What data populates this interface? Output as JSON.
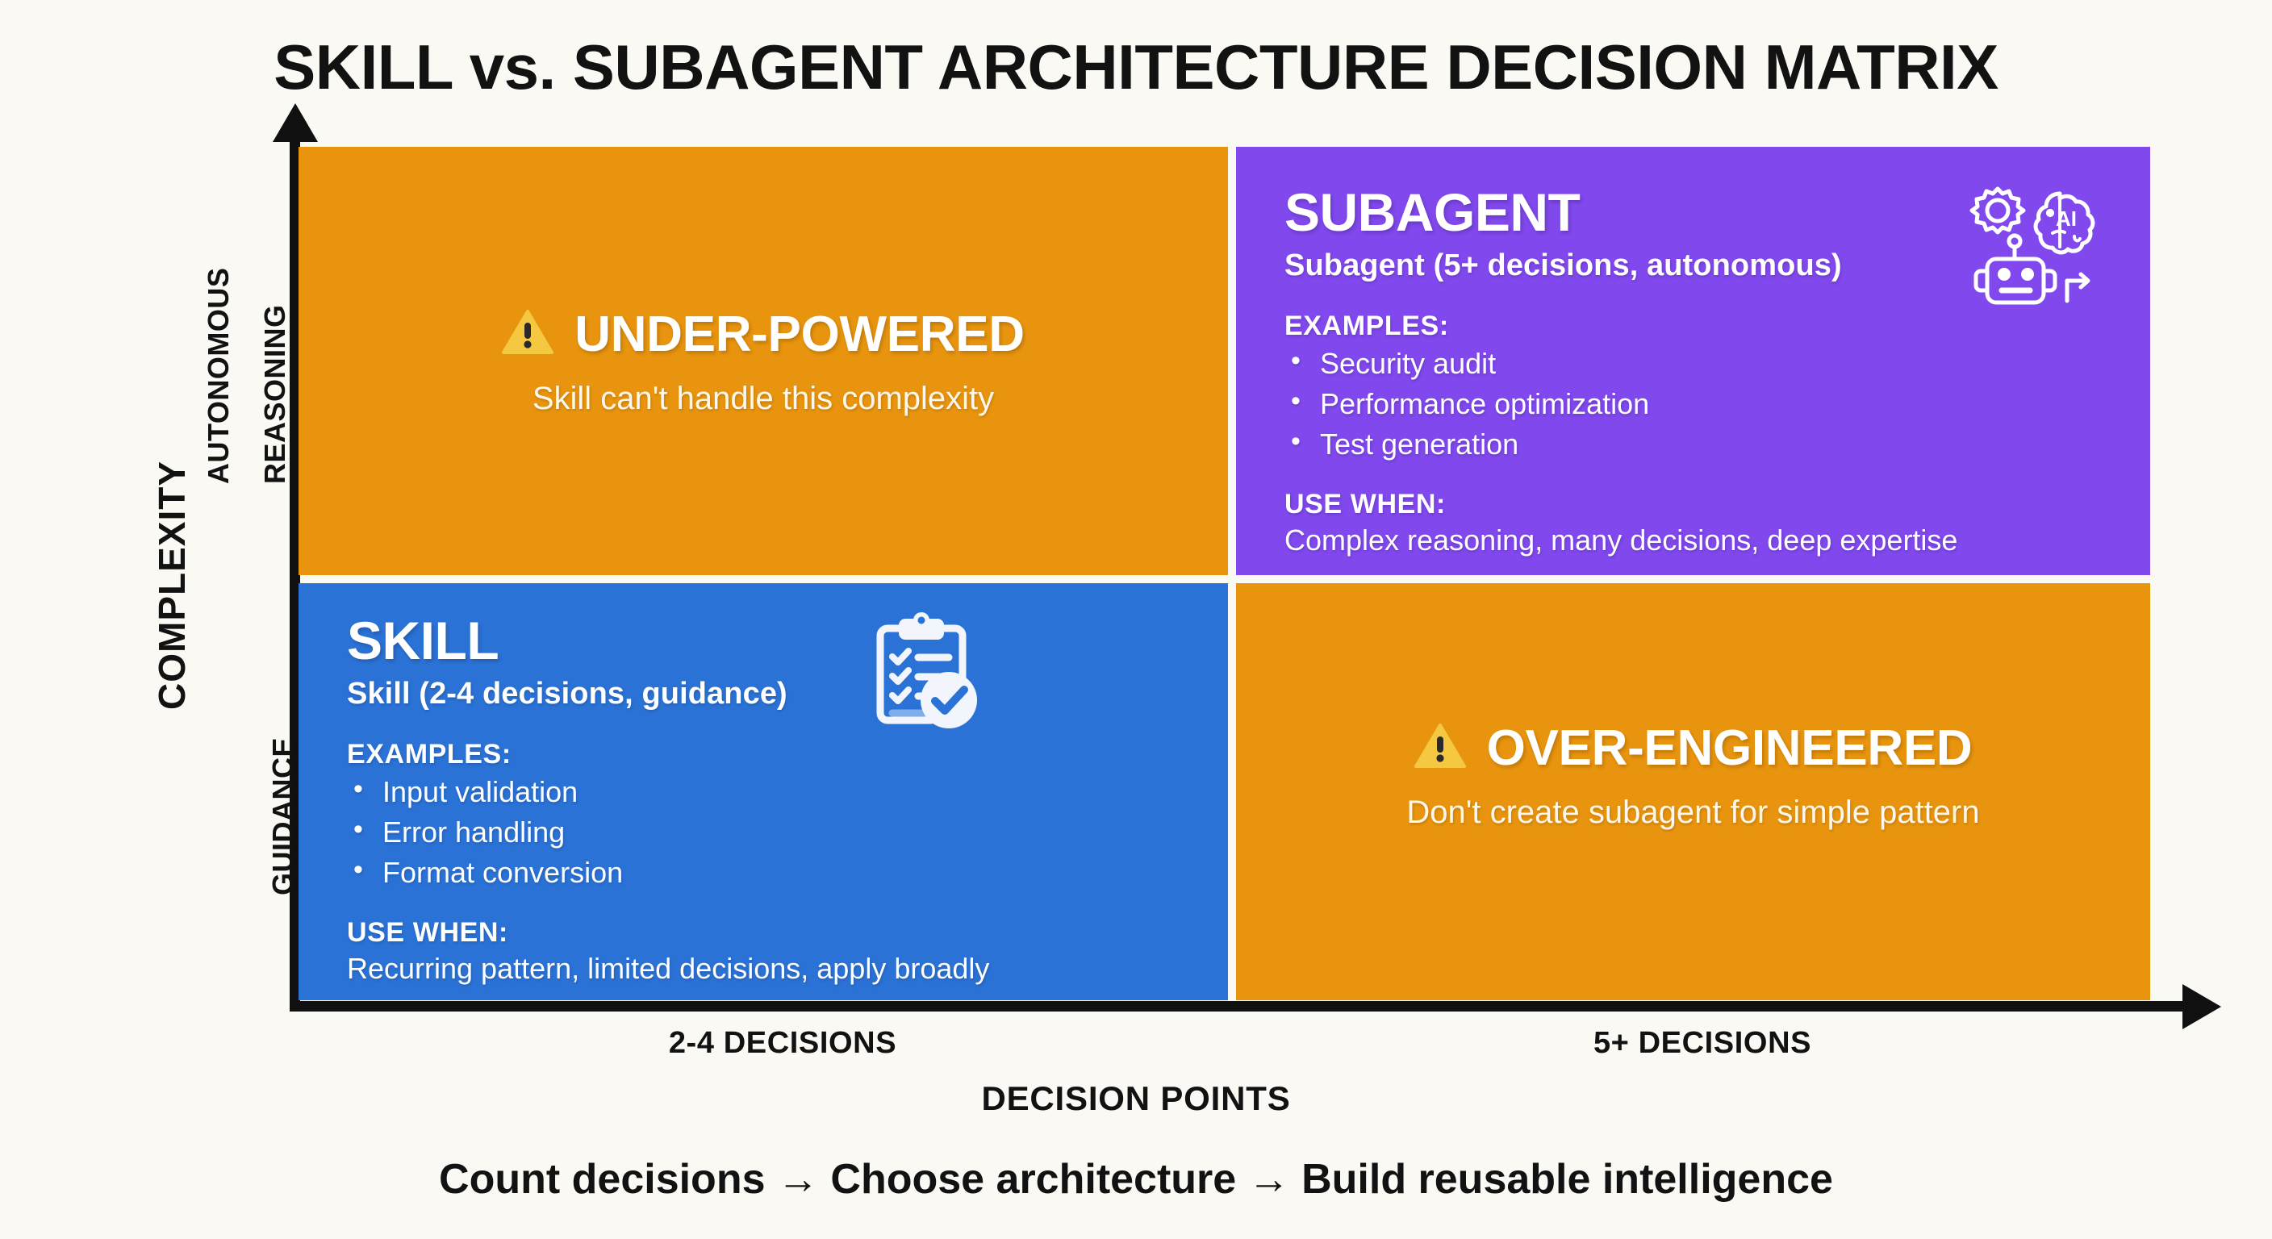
{
  "title": "SKILL vs. SUBAGENT ARCHITECTURE DECISION MATRIX",
  "colors": {
    "background": "#FAF9F4",
    "orange": "#E8940E",
    "blue": "#2B72D6",
    "purple": "#8048ED",
    "axis": "#101010",
    "warning_yellow": "#F5C842",
    "text_dark": "#121212",
    "text_light": "#FFFFFF"
  },
  "axes": {
    "y_title": "COMPLEXITY",
    "y_tick_top_line1": "AUTONOMOUS",
    "y_tick_top_line2": "REASONING",
    "y_tick_bottom": "GUIDANCE",
    "x_title": "DECISION POINTS",
    "x_tick_left": "2-4 DECISIONS",
    "x_tick_right": "5+ DECISIONS",
    "y_arrow_icon": "arrow-up-icon",
    "x_arrow_icon": "arrow-right-icon"
  },
  "quadrants": {
    "under_powered": {
      "position": "top-left",
      "color": "#E8940E",
      "icon": "warning-triangle-icon",
      "title": "UNDER-POWERED",
      "subtitle": "Skill can't handle this complexity"
    },
    "subagent": {
      "position": "top-right",
      "color": "#8048ED",
      "icon": "robot-brain-gear-ai-icon",
      "icon_label": "AI",
      "title": "SUBAGENT",
      "subtitle": "Subagent (5+ decisions, autonomous)",
      "examples_label": "EXAMPLES:",
      "examples": [
        "Security audit",
        "Performance optimization",
        "Test generation"
      ],
      "use_when_label": "USE WHEN:",
      "use_when": "Complex reasoning, many decisions, deep expertise"
    },
    "skill": {
      "position": "bottom-left",
      "color": "#2B72D6",
      "icon": "clipboard-checklist-check-icon",
      "title": "SKILL",
      "subtitle": "Skill (2-4 decisions, guidance)",
      "examples_label": "EXAMPLES:",
      "examples": [
        "Input validation",
        "Error handling",
        "Format conversion"
      ],
      "use_when_label": "USE WHEN:",
      "use_when": "Recurring pattern, limited decisions, apply broadly"
    },
    "over_engineered": {
      "position": "bottom-right",
      "color": "#E8940E",
      "icon": "warning-triangle-icon",
      "title": "OVER-ENGINEERED",
      "subtitle": "Don't create subagent for simple pattern"
    }
  },
  "footer": {
    "caption": "Count decisions → Choose architecture → Build reusable intelligence"
  }
}
